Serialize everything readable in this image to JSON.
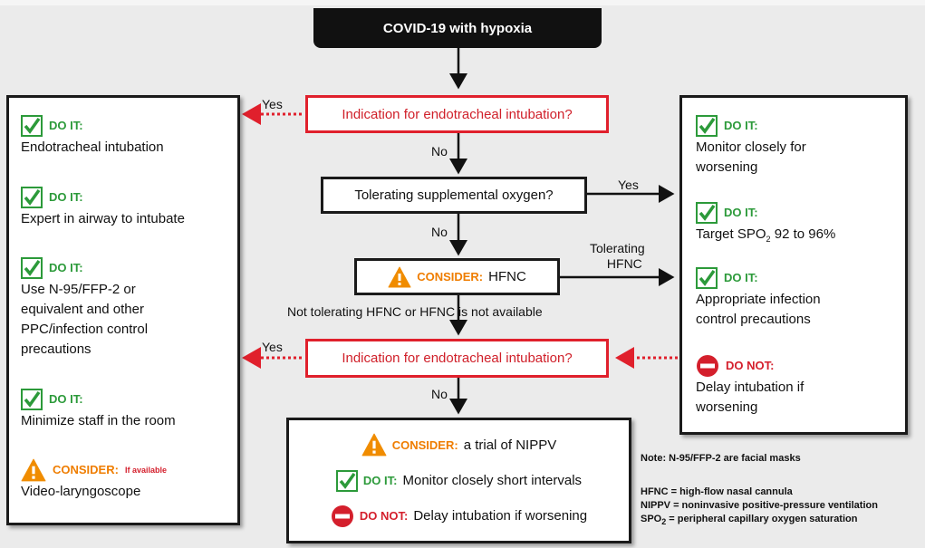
{
  "title": "COVID-19 with hypoxia",
  "flow": {
    "q1": "Indication for endotracheal intubation?",
    "q2": "Tolerating supplemental oxygen?",
    "hfnc_tag": "CONSIDER:",
    "hfnc_text": "HFNC",
    "q3": "Indication for endotracheal intubation?",
    "labels": {
      "yes1": "Yes",
      "no1": "No",
      "yes2": "Yes",
      "no2": "No",
      "tol1": "Tolerating",
      "tol2": "HFNC",
      "not_tol": "Not tolerating HFNC or HFNC is not available",
      "yes3": "Yes",
      "no3": "No"
    }
  },
  "left_panel": [
    {
      "tag": "DO IT:",
      "text": [
        "Endotracheal intubation"
      ],
      "icon": "check-icon"
    },
    {
      "tag": "DO IT:",
      "text": [
        "Expert in airway to intubate"
      ],
      "icon": "check-icon"
    },
    {
      "tag": "DO IT:",
      "text": [
        "Use N-95/FFP-2 or",
        "equivalent and other",
        "PPC/infection control",
        "precautions"
      ],
      "icon": "check-icon"
    },
    {
      "tag": "DO IT:",
      "text": [
        "Minimize staff in the room"
      ],
      "icon": "check-icon"
    },
    {
      "tag": "CONSIDER:",
      "extra": "If available",
      "text": [
        "Video-laryngoscope"
      ],
      "icon": "warning-icon"
    }
  ],
  "right_panel": [
    {
      "tag": "DO IT:",
      "text": [
        "Monitor closely for",
        "worsening"
      ],
      "icon": "check-icon"
    },
    {
      "tag": "DO IT:",
      "text_pre": "Target SPO",
      "text_sub": "2",
      "text_post": " 92 to 96%",
      "icon": "check-icon"
    },
    {
      "tag": "DO IT:",
      "text": [
        "Appropriate infection",
        "control precautions"
      ],
      "icon": "check-icon"
    },
    {
      "tag": "DO NOT:",
      "text": [
        "Delay intubation if",
        "worsening"
      ],
      "icon": "no-entry-icon"
    }
  ],
  "bottom_box": {
    "row1_tag": "CONSIDER:",
    "row1_text": "a trial of NIPPV",
    "row2_tag": "DO IT:",
    "row2_text": "Monitor closely short intervals",
    "row3_tag": "DO NOT:",
    "row3_text": "Delay intubation if worsening"
  },
  "notes": {
    "masks": "Note: N-95/FFP-2 are facial masks",
    "hfnc": "HFNC = high-flow nasal cannula",
    "nippv": "NIPPV = noninvasive positive-pressure ventilation",
    "spo2_pre": "SPO",
    "spo2_sub": "2",
    "spo2_post": " = peripheral capillary oxygen saturation"
  },
  "colors": {
    "green": "#2c9a3a",
    "red": "#d41f2c",
    "orange": "#ef7d00"
  }
}
